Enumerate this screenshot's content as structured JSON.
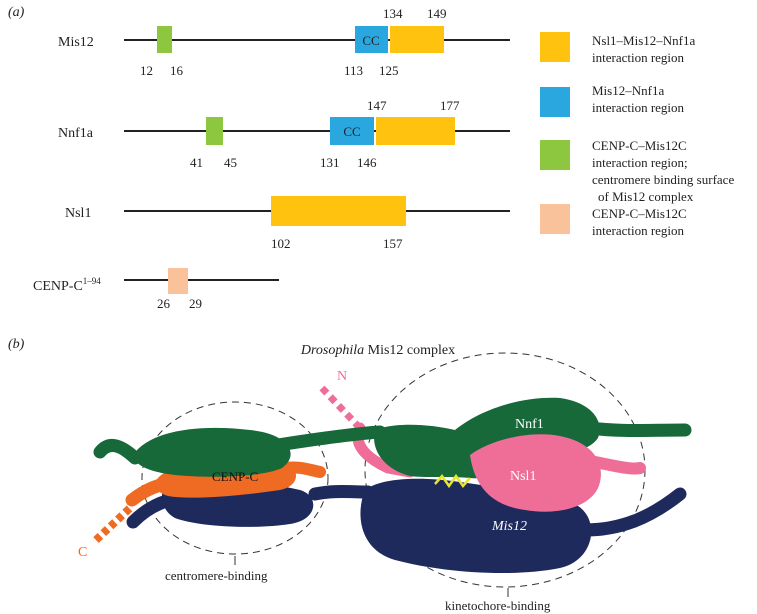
{
  "panel_a": {
    "label": "(a)",
    "proteins": [
      {
        "name": "Mis12",
        "cc_label": "CC",
        "labels_below": [
          "12",
          "16",
          "113",
          "125"
        ],
        "labels_above": [
          "134",
          "149"
        ]
      },
      {
        "name": "Nnf1a",
        "cc_label": "CC",
        "labels_below": [
          "41",
          "45",
          "131",
          "146"
        ],
        "labels_above": [
          "147",
          "177"
        ]
      },
      {
        "name": "Nsl1",
        "labels_below": [
          "102",
          "157"
        ]
      },
      {
        "name": "CENP-C",
        "superscript": "1–94",
        "labels_below": [
          "26",
          "29"
        ]
      }
    ],
    "legend": [
      {
        "color": "#FFC20E",
        "lines": [
          "Nsl1–Mis12–Nnf1a",
          "interaction region"
        ]
      },
      {
        "color": "#2AA7DF",
        "lines": [
          "Mis12–Nnf1a",
          "interaction region"
        ]
      },
      {
        "color": "#8DC63F",
        "lines": [
          "CENP-C–Mis12C",
          "interaction region;",
          "centromere binding surface",
          "of Mis12 complex"
        ]
      },
      {
        "color": "#F9C29B",
        "lines": [
          "CENP-C–Mis12C",
          "interaction region"
        ]
      }
    ]
  },
  "panel_b": {
    "label": "(b)",
    "title_italic": "Drosophila",
    "title_rest": " Mis12 complex",
    "labels": {
      "nnf1": "Nnf1",
      "nsl1": "Nsl1",
      "mis12": "Mis12",
      "cenpc": "CENP-C",
      "n_term": "N",
      "c_term": "C",
      "centromere": "centromere-binding",
      "kinetochore": "kinetochore-binding"
    },
    "colors": {
      "nnf1": "#17693A",
      "mis12": "#1E2A5C",
      "nsl1": "#EE6E98",
      "cenpc": "#EF6A23",
      "zigzag": "#E8E52A"
    }
  }
}
